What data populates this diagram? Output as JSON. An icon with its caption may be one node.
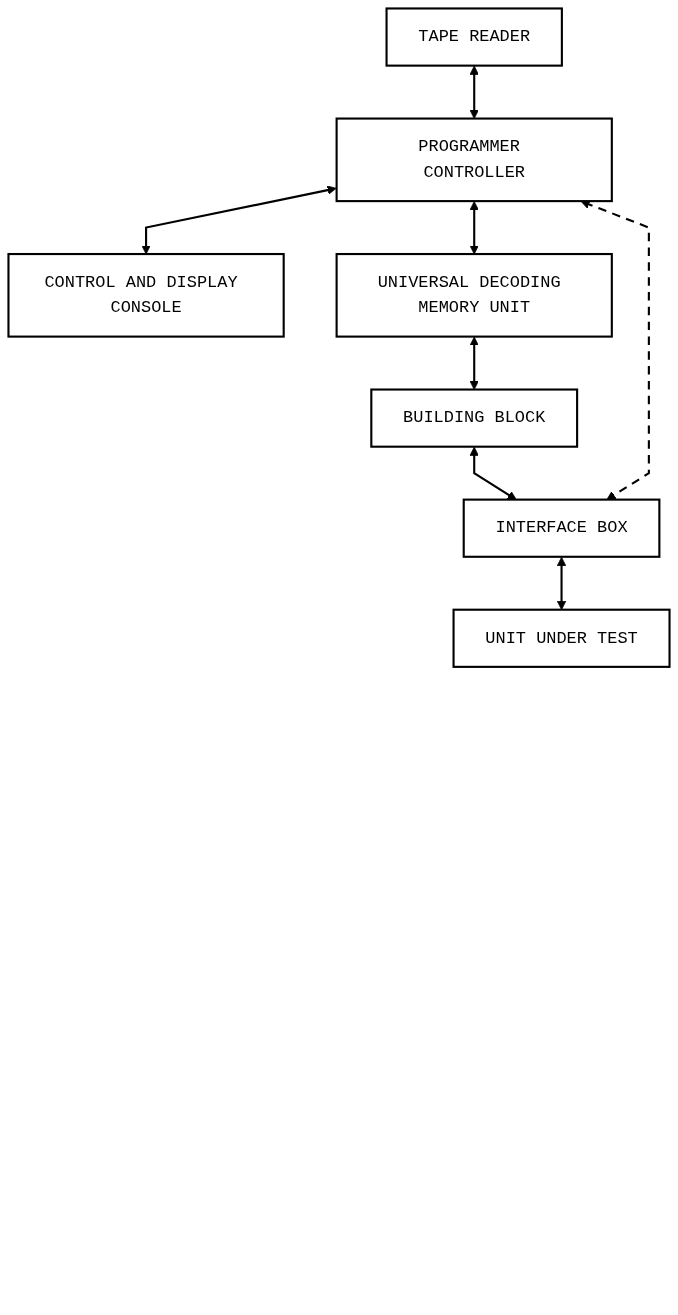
{
  "diagram": {
    "nodes": [
      {
        "text": [
          "TAPE READER"
        ]
      },
      {
        "text": [
          "PROGRAMMER CONTROLLER"
        ]
      },
      {
        "text": [
          "CONTROL AND DISPLAY CONSOLE"
        ]
      },
      {
        "text": [
          "UNIVERSAL DECODING MEMORY UNIT"
        ]
      },
      {
        "text": [
          "BUILDING BLOCK"
        ]
      },
      {
        "text": [
          "INTERFACE BOX"
        ]
      },
      {
        "text": [
          "UNIT UNDER TEST"
        ]
      }
    ],
    "edges": [
      {
        "from": 0,
        "to": 1,
        "arrow": "both"
      },
      {
        "from": 1,
        "to": 2,
        "arrow": "both"
      },
      {
        "from": 1,
        "to": 3,
        "arrow": "both"
      },
      {
        "from": 3,
        "to": 4,
        "arrow": "both"
      },
      {
        "from": 4,
        "to": 5,
        "arrow": "both"
      },
      {
        "from": 5,
        "to": 6,
        "arrow": "both"
      },
      {
        "from": 1,
        "to": 5,
        "arrow": "both",
        "style": "dashed"
      }
    ]
  }
}
